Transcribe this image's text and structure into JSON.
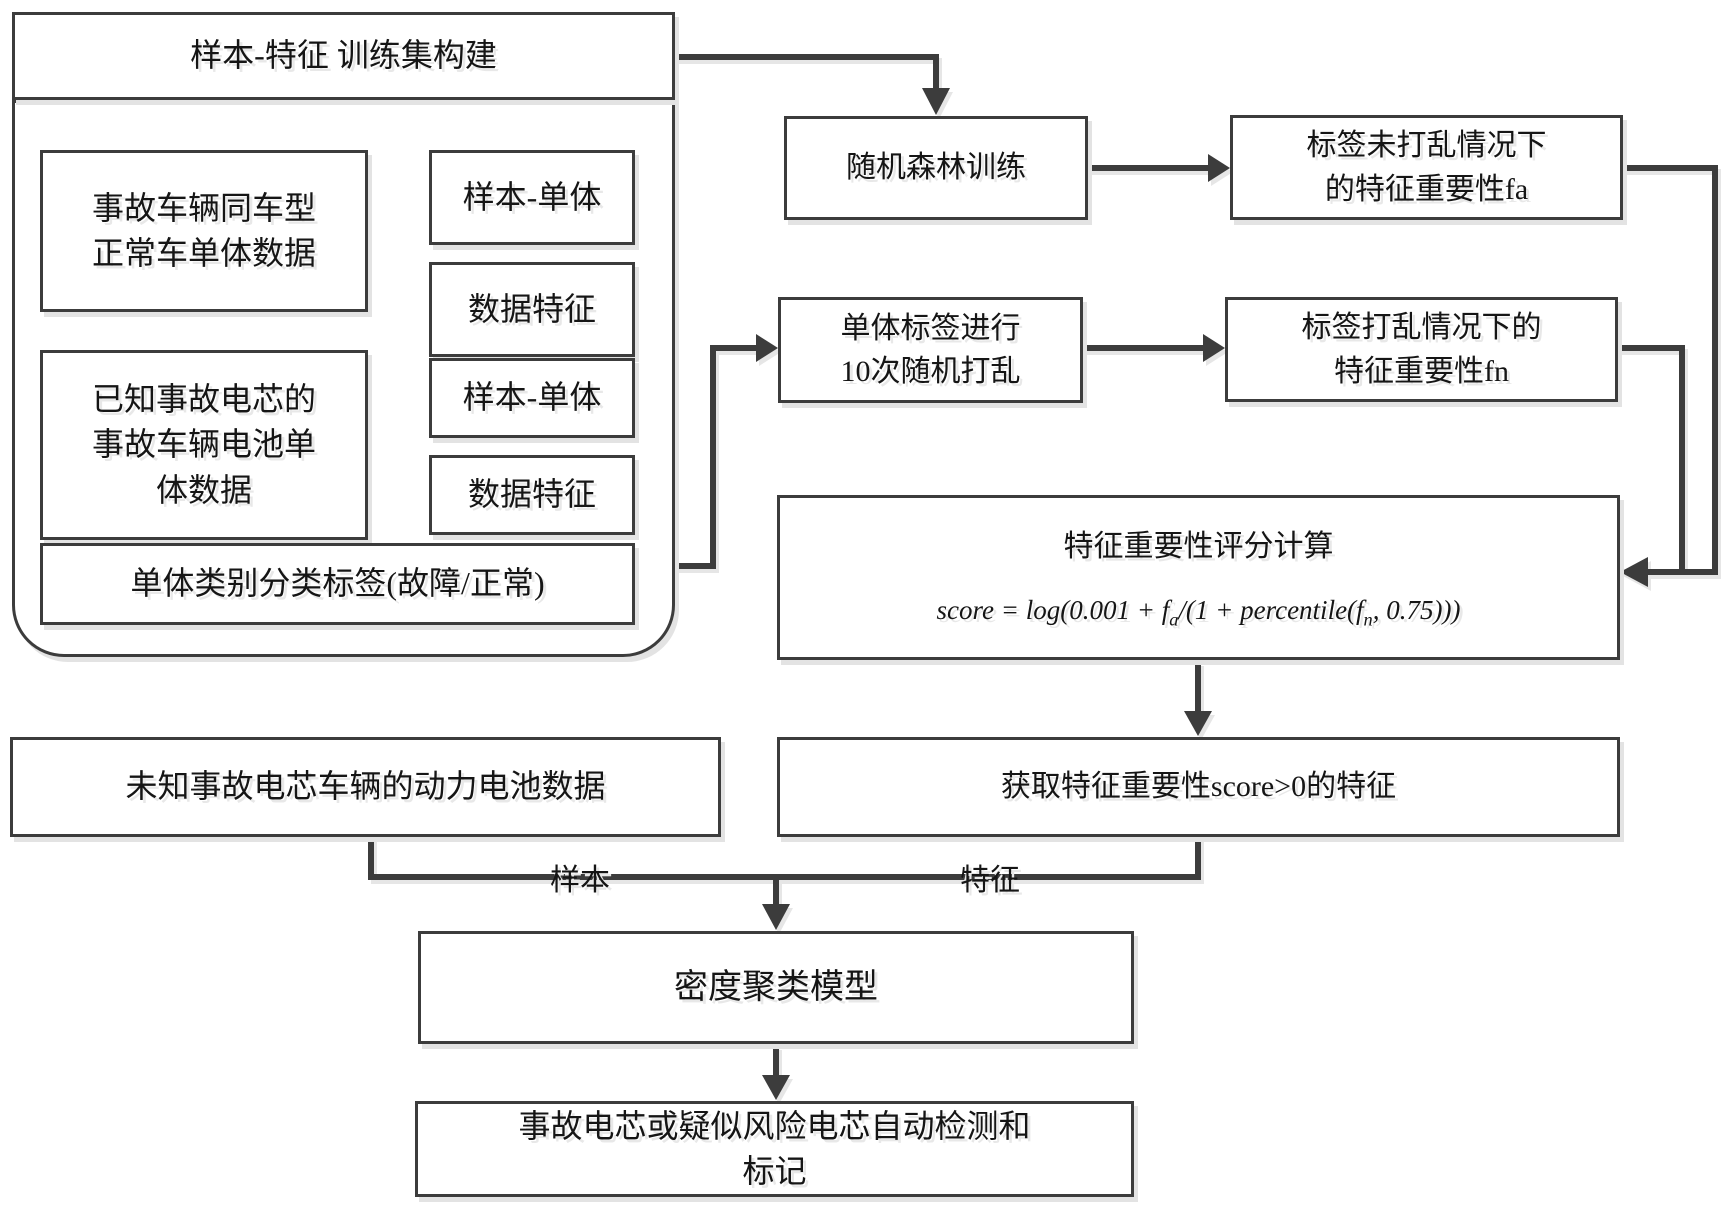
{
  "diagram": {
    "training_set": {
      "title": "样本-特征 训练集构建",
      "normal_data": {
        "line1": "事故车辆同车型",
        "line2": "正常车单体数据"
      },
      "normal_sample_cell": "样本-单体",
      "normal_data_feature": "数据特征",
      "known_data": {
        "line1": "已知事故电芯的",
        "line2": "事故车辆电池单",
        "line3": "体数据"
      },
      "known_sample_cell": "样本-单体",
      "known_data_feature": "数据特征",
      "label_box": "单体类别分类标签(故障/正常)"
    },
    "random_forest": "随机森林训练",
    "fa_box": {
      "line1": "标签未打乱情况下",
      "line2": "的特征重要性fa"
    },
    "shuffle_box": {
      "line1": "单体标签进行",
      "line2": "10次随机打乱"
    },
    "fn_box": {
      "line1": "标签打乱情况下的",
      "line2": "特征重要性fn"
    },
    "score_calc": {
      "title": "特征重要性评分计算",
      "formula_p1": "score = log(0.001 + f",
      "formula_sub1": "a",
      "formula_p2": "/(1 + percentile(f",
      "formula_sub2": "n",
      "formula_p3": ", 0.75)))"
    },
    "select_features": "获取特征重要性score>0的特征",
    "unknown_data": "未知事故电芯车辆的动力电池数据",
    "edge_labels": {
      "sample": "样本",
      "feature": "特征"
    },
    "density_model": "密度聚类模型",
    "final_box": {
      "line1": "事故电芯或疑似风险电芯自动检测和",
      "line2": "标记"
    }
  },
  "colors": {
    "line": "#3c3c3c",
    "text": "#151515",
    "shadow": "#e3e3e3",
    "background": "#ffffff"
  }
}
